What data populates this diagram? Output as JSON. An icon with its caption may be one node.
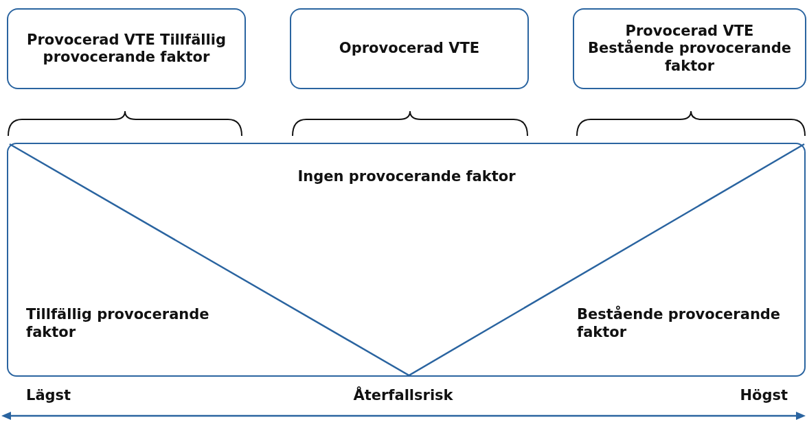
{
  "diagram": {
    "nodes": [
      {
        "text": [
          "Provocerad VTE Tillfällig provocerande faktor"
        ]
      },
      {
        "text": [
          "Oprovocerad VTE"
        ]
      },
      {
        "text": [
          "Provocerad VTE Bestående provocerande faktor"
        ]
      },
      {
        "text": [],
        "shape": "box"
      },
      {
        "text": [
          "Ingen provocerande faktor"
        ],
        "in": 3
      },
      {
        "text": [
          "Tillfällig provocerande faktor"
        ],
        "in": 3
      },
      {
        "text": [
          "Bestående provocerande faktor"
        ],
        "in": 3
      }
    ],
    "edges": [],
    "labels": [
      "Lägst",
      "Återfallsrisk",
      "Högst"
    ]
  }
}
